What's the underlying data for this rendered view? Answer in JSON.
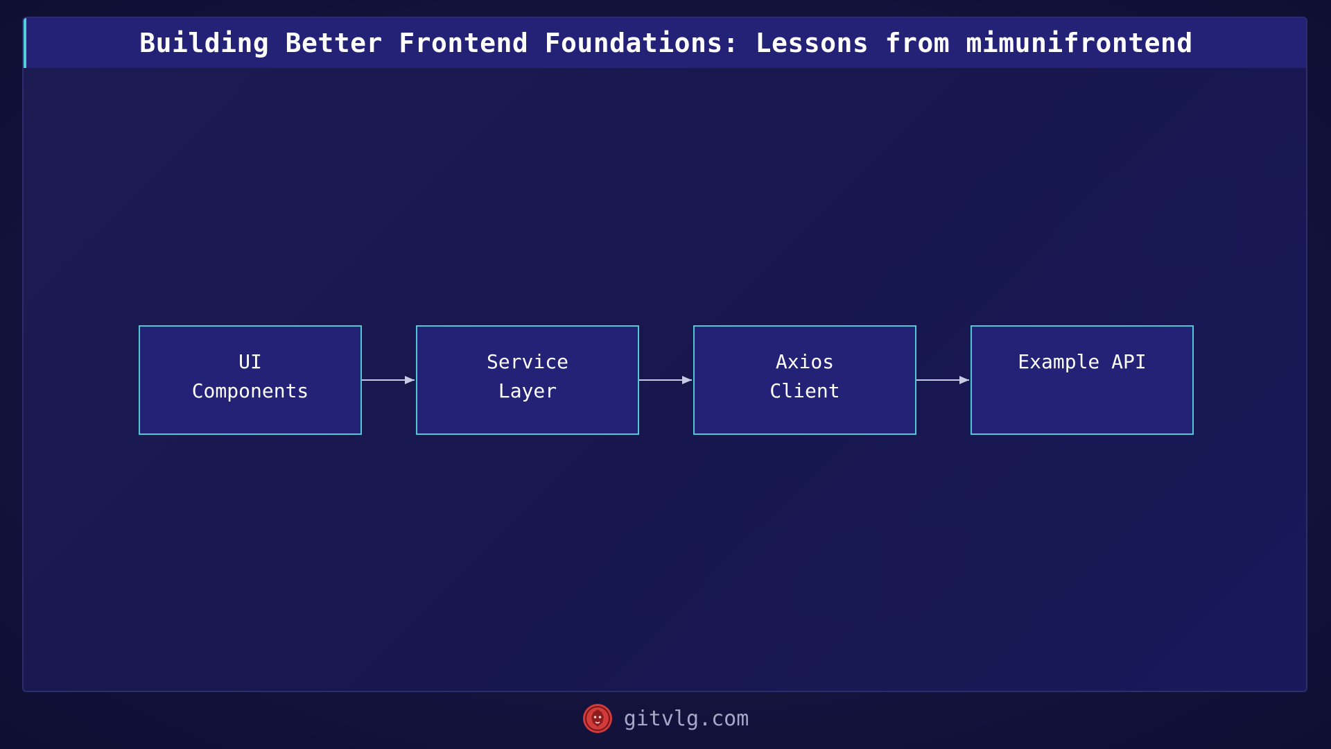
{
  "title": "Building Better Frontend Foundations: Lessons from mimunifrontend",
  "nodes": [
    {
      "label": "UI\nComponents"
    },
    {
      "label": "Service\nLayer"
    },
    {
      "label": "Axios\nClient"
    },
    {
      "label": "Example API"
    }
  ],
  "edges": [
    {
      "from": 0,
      "to": 1
    },
    {
      "from": 1,
      "to": 2
    },
    {
      "from": 2,
      "to": 3
    }
  ],
  "footer": {
    "site": "gitvlg.com",
    "logo_icon": "lion-logo-icon"
  },
  "colors": {
    "accent": "#4fd1d9",
    "node_fill": "#232276",
    "node_border": "#4fc9d3",
    "arrow": "#c9cbe6",
    "logo": "#d23b3b"
  }
}
